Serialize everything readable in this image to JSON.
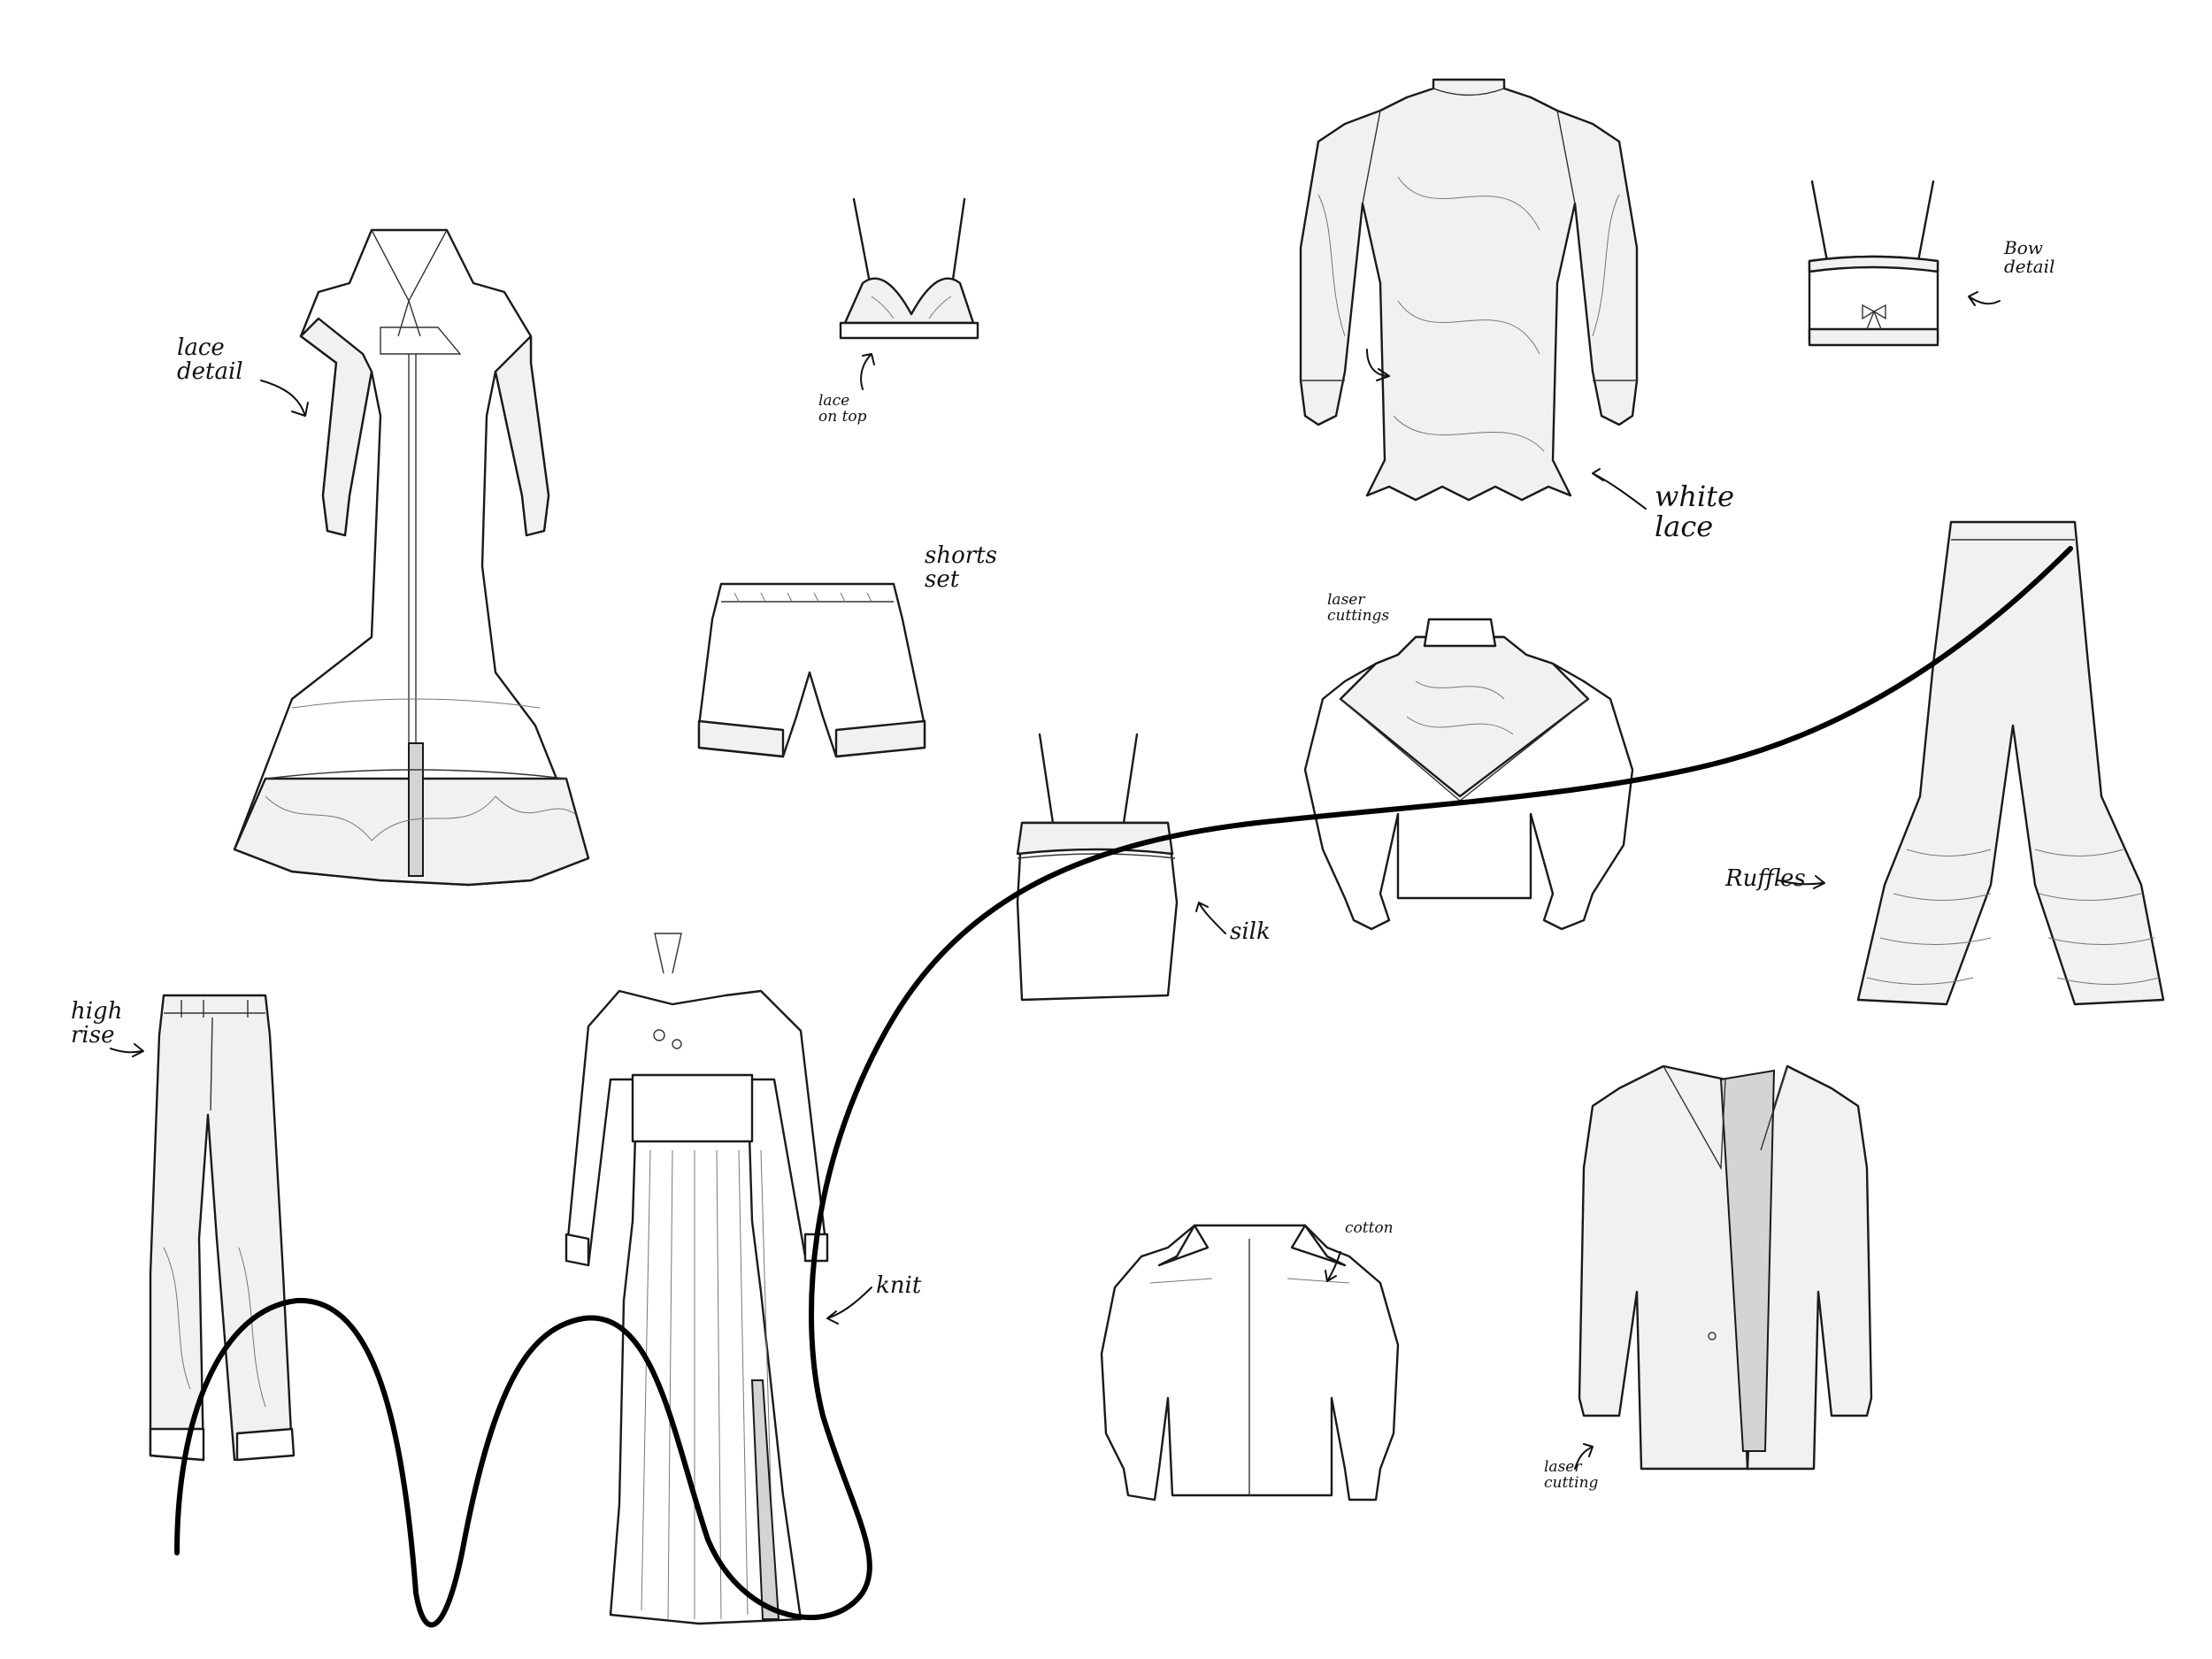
{
  "annotations": {
    "lace_detail": "lace\ndetail",
    "lace_on_top": "lace\non top",
    "shorts_set": "shorts\nset",
    "white_lace": "white\nlace",
    "bow_detail": "Bow\ndetail",
    "laser_cuttings": "laser\ncuttings",
    "silk": "silk",
    "ruffles": "Ruffles",
    "high_rise": "high\nrise",
    "knit": "knit",
    "cotton": "cotton",
    "laser_cutting": "laser\ncutting"
  },
  "colors": {
    "ink": "#1a1a1a",
    "lace_fill": "#f1f1f1",
    "lining_grey": "#d4d4d4",
    "background": "#ffffff"
  }
}
